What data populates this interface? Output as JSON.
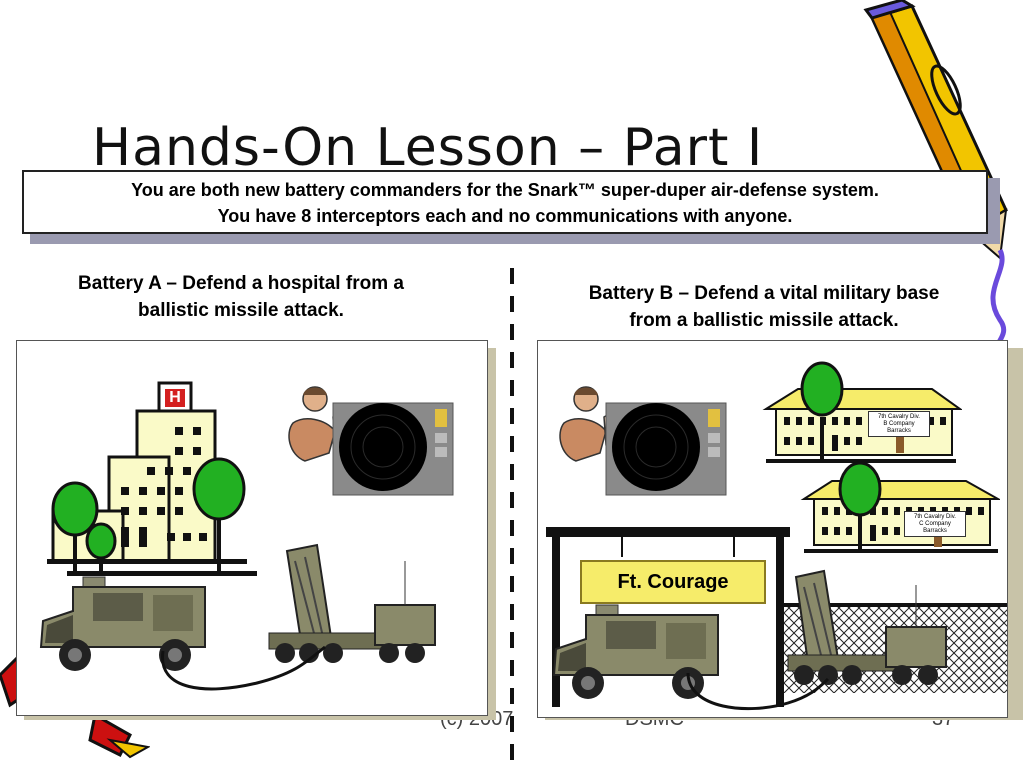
{
  "slide": {
    "title": "Hands-On Lesson – Part I",
    "callout": {
      "line1": "You are both new battery commanders for the Snark™ super-duper air-defense system.",
      "line2": "You have 8 interceptors each and no communications with anyone."
    },
    "battery_a": {
      "line1": "Battery A – Defend a hospital from a",
      "line2": "ballistic missile attack.",
      "hospital_sign": "H"
    },
    "battery_b": {
      "line1": "Battery B – Defend a vital military base",
      "line2": "from a ballistic missile attack.",
      "gate_sign": "Ft. Courage",
      "barracks_b": [
        "7th Cavalry Div.",
        "B Company",
        "Barracks"
      ],
      "barracks_c": [
        "7th Cavalry Div.",
        "C Company",
        "Barracks"
      ]
    },
    "footer": {
      "copyright": "(c) 2007",
      "org": "DSMC",
      "page": "37"
    }
  },
  "colors": {
    "tree_green": "#22b022",
    "building_yellow": "#fafac8",
    "sign_yellow": "#f6ec6a",
    "pencil_yellow": "#f2c500",
    "hospital_red": "#d42020"
  }
}
